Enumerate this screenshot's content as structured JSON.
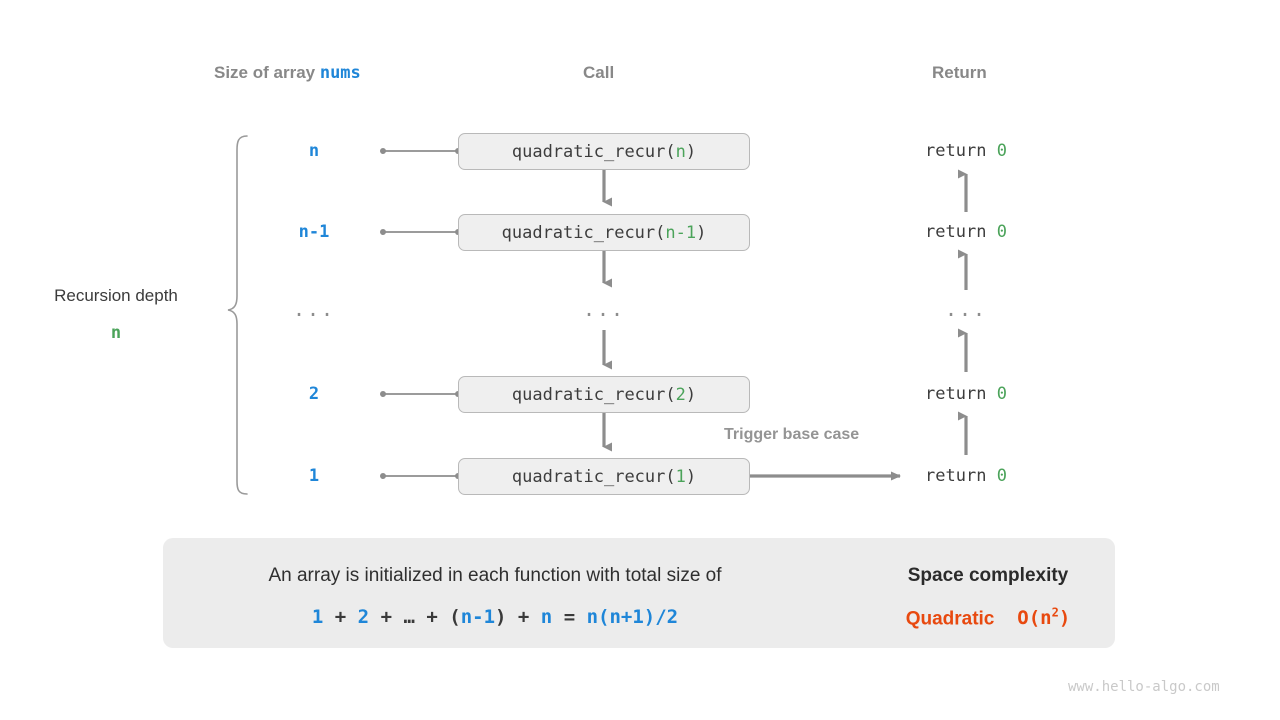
{
  "headers": {
    "size_prefix": "Size of array ",
    "size_code": "nums",
    "call": "Call",
    "return": "Return"
  },
  "depth": {
    "label": "Recursion depth",
    "value": "n"
  },
  "rows": [
    {
      "size": "n",
      "call_fn": "quadratic_recur(",
      "call_arg": "n",
      "call_close": ")",
      "ret_prefix": "return ",
      "ret_value": "0"
    },
    {
      "size": "n-1",
      "call_fn": "quadratic_recur(",
      "call_arg": "n-1",
      "call_close": ")",
      "ret_prefix": "return ",
      "ret_value": "0"
    },
    {
      "size": "...",
      "call_fn": "...",
      "call_arg": "",
      "call_close": "",
      "ret_prefix": "...",
      "ret_value": ""
    },
    {
      "size": "2",
      "call_fn": "quadratic_recur(",
      "call_arg": "2",
      "call_close": ")",
      "ret_prefix": "return ",
      "ret_value": "0"
    },
    {
      "size": "1",
      "call_fn": "quadratic_recur(",
      "call_arg": "1",
      "call_close": ")",
      "ret_prefix": "return ",
      "ret_value": "0"
    }
  ],
  "trigger_note": "Trigger base case",
  "summary": {
    "line1": "An array is initialized in each function with total size of",
    "formula_parts": [
      {
        "t": "1",
        "c": "blue"
      },
      {
        "t": " + ",
        "c": "dark"
      },
      {
        "t": "2",
        "c": "blue"
      },
      {
        "t": " + ",
        "c": "dark"
      },
      {
        "t": "…",
        "c": "dark"
      },
      {
        "t": " + ",
        "c": "dark"
      },
      {
        "t": "(",
        "c": "dark"
      },
      {
        "t": "n-1",
        "c": "blue"
      },
      {
        "t": ")",
        "c": "dark"
      },
      {
        "t": " + ",
        "c": "dark"
      },
      {
        "t": "n",
        "c": "blue"
      },
      {
        "t": " = ",
        "c": "dark"
      },
      {
        "t": "n(n+1)/2",
        "c": "blue"
      }
    ],
    "formula_plain": "1 + 2 + … + (n-1) + n = n(n+1)/2",
    "title": "Space complexity",
    "result_word": "Quadratic",
    "result_bigo_prefix": "O(n",
    "result_bigo_exp": "2",
    "result_bigo_suffix": ")"
  },
  "watermark": "www.hello-algo.com",
  "colors": {
    "blue": "#1f86d8",
    "green": "#4ba35a",
    "orange": "#e8490f",
    "gray_header": "#888888",
    "box_fill": "#efefef",
    "box_border": "#b9b9b9",
    "panel_fill": "#ececec",
    "arrow": "#8d8d8d"
  }
}
